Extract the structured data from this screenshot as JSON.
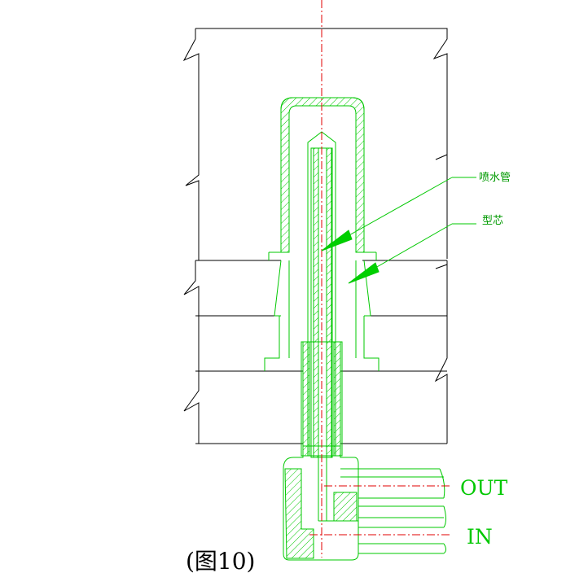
{
  "labels": {
    "spray_tube": "喷水管",
    "core": "型芯",
    "out": "OUT",
    "in": "IN"
  },
  "caption": "(图10)",
  "colors": {
    "outline": "#00c800",
    "center_line": "#e00000",
    "break_line": "#000000",
    "arrow": "#00d000"
  }
}
